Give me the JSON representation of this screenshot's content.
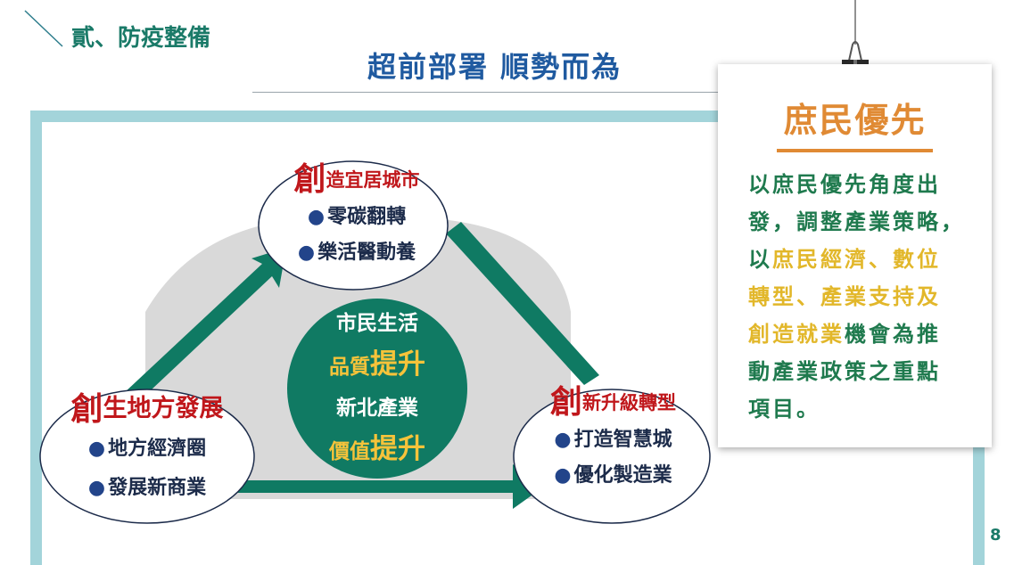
{
  "header": {
    "section_title": "貳、防疫整備",
    "main_title": "超前部署  順勢而為"
  },
  "diagram": {
    "top_node": {
      "big": "創",
      "title": "造宜居城市",
      "items": [
        "零碳翻轉",
        "樂活醫動養"
      ]
    },
    "left_node": {
      "big": "創",
      "title": "生地方發展",
      "items": [
        "地方經濟圈",
        "發展新商業"
      ]
    },
    "right_node": {
      "big": "創",
      "title": "新升級轉型",
      "items": [
        "打造智慧城",
        "優化製造業"
      ]
    },
    "center": {
      "line1": "市民生活",
      "line2_prefix": "品質",
      "line2_big": "提升",
      "line3": "新北產業",
      "line4_prefix": "價值",
      "line4_big": "提升"
    },
    "bullet": "●",
    "colors": {
      "arrow": "#0f7a63",
      "circle": "#107a63",
      "red": "#c0171b",
      "gold": "#f6c33a"
    }
  },
  "card": {
    "title": "庶民優先",
    "lines": [
      [
        {
          "t": "以庶民優先角度出",
          "h": false
        }
      ],
      [
        {
          "t": "發，調整產業策略，",
          "h": false
        }
      ],
      [
        {
          "t": "以",
          "h": false
        },
        {
          "t": "庶民經濟、數位",
          "h": true
        }
      ],
      [
        {
          "t": "轉型、產業支持及",
          "h": true
        }
      ],
      [
        {
          "t": "創造就業",
          "h": true
        },
        {
          "t": "機會為推",
          "h": false
        }
      ],
      [
        {
          "t": "動產業政策之重點",
          "h": false
        }
      ],
      [
        {
          "t": "項目。",
          "h": false
        }
      ]
    ]
  },
  "page_number": "8"
}
